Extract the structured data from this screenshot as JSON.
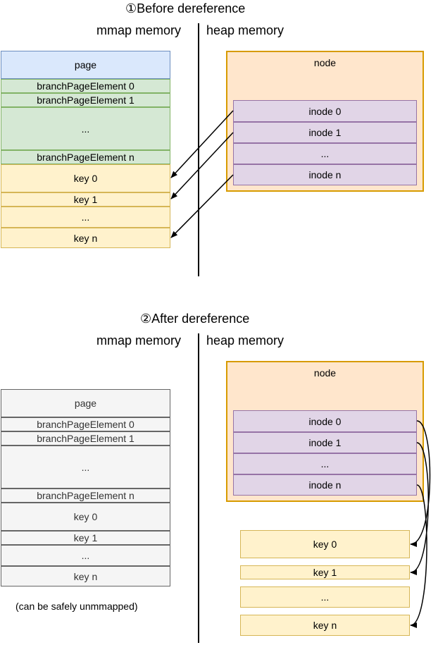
{
  "before": {
    "title": "①Before dereference",
    "mmap_label": "mmap memory",
    "heap_label": "heap memory",
    "mmap": {
      "page": "page",
      "elements": [
        "branchPageElement 0",
        "branchPageElement 1",
        "...",
        "branchPageElement n"
      ],
      "keys": [
        "key 0",
        "key 1",
        "...",
        "key n"
      ]
    },
    "heap": {
      "node": "node",
      "inodes": [
        "inode 0",
        "inode 1",
        "...",
        "inode n"
      ]
    }
  },
  "after": {
    "title": "②After dereference",
    "mmap_label": "mmap memory",
    "heap_label": "heap memory",
    "mmap": {
      "page": "page",
      "elements": [
        "branchPageElement 0",
        "branchPageElement 1",
        "...",
        "branchPageElement n"
      ],
      "keys": [
        "key 0",
        "key 1",
        "...",
        "key n"
      ],
      "caption": "(can be safely unmmapped)"
    },
    "heap": {
      "node": "node",
      "inodes": [
        "inode 0",
        "inode 1",
        "...",
        "inode n"
      ],
      "keys": [
        "key 0",
        "key 1",
        "...",
        "key n"
      ]
    }
  },
  "colors": {
    "page_fill": "#dae8fc",
    "element_fill": "#d5e8d4",
    "key_fill": "#fff2cc",
    "node_fill": "#ffe6cc",
    "inode_fill": "#e1d5e7",
    "unmapped_fill": "#f5f5f5"
  }
}
